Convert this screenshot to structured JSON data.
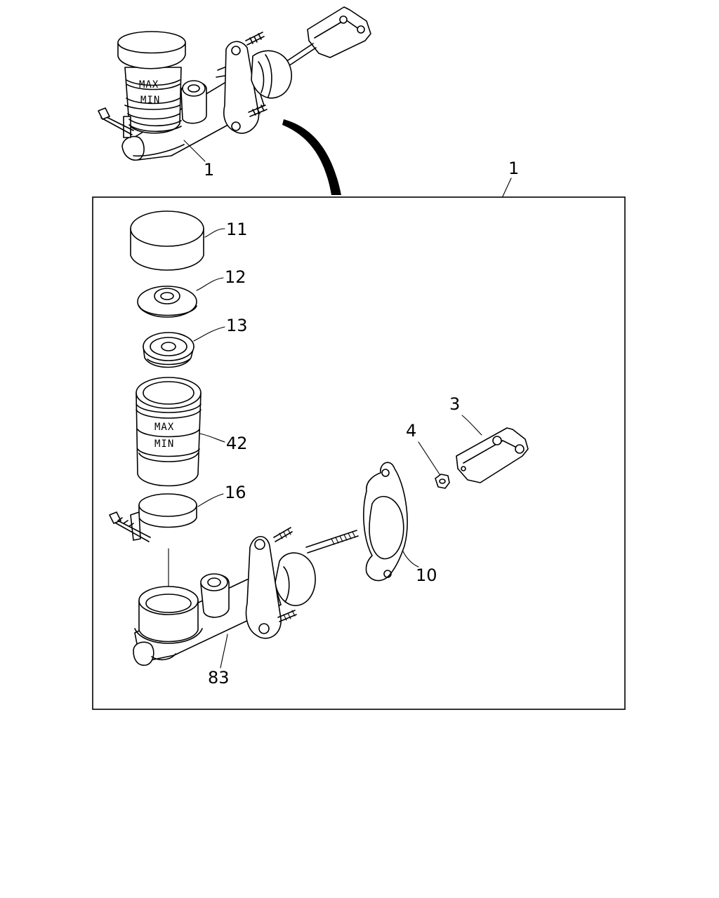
{
  "labels": {
    "assembly_top": "1",
    "assembly_box": "1",
    "part_11": "11",
    "part_12": "12",
    "part_13": "13",
    "part_42": "42",
    "part_16": "16",
    "part_83": "83",
    "part_10": "10",
    "part_4": "4",
    "part_3": "3"
  },
  "reservoir_markings": {
    "max": "MAX",
    "min": "MIN"
  },
  "colors": {
    "line": "#000000",
    "background": "#ffffff"
  }
}
